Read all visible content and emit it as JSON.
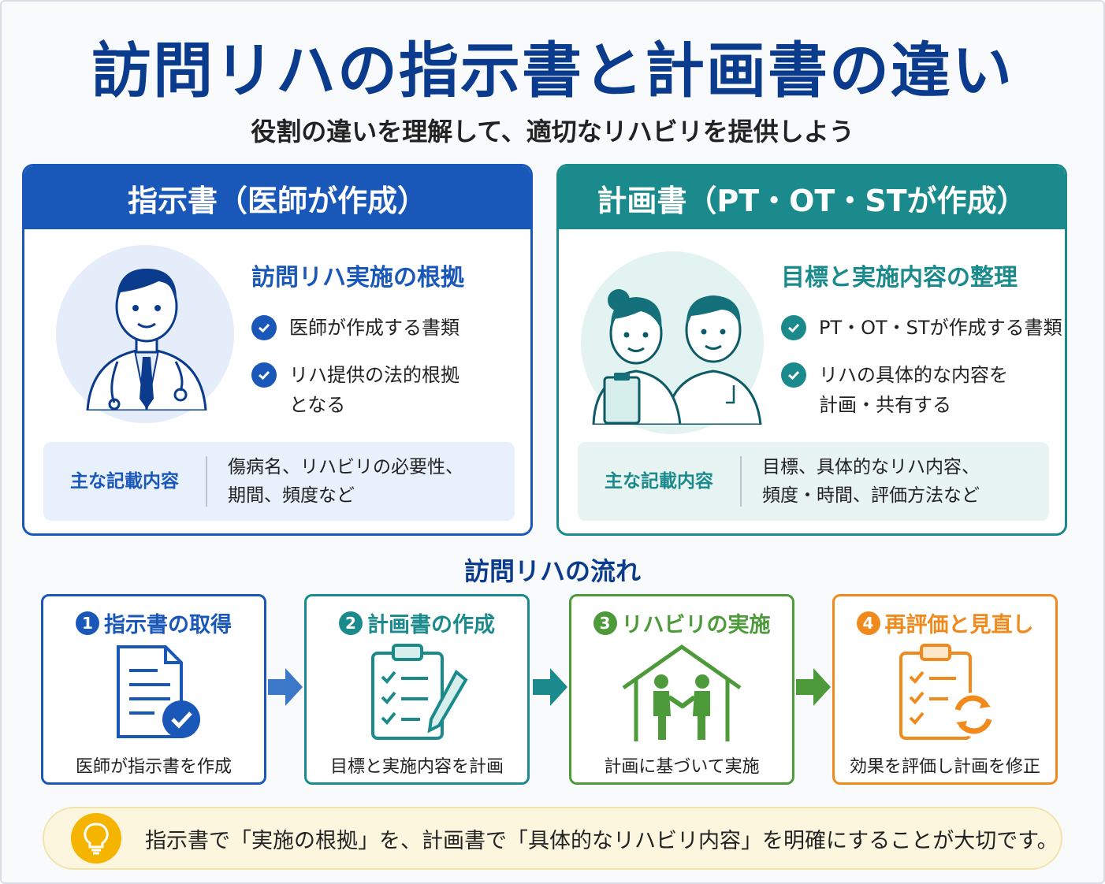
{
  "title": "訪問リハの指示書と計画書の違い",
  "subtitle": "役割の違いを理解して、適切なリハビリを提供しよう",
  "colors": {
    "navy": "#0b3b8c",
    "blue": "#1957b8",
    "teal": "#1a8a8c",
    "green": "#4d9a3a",
    "orange": "#f08a1c",
    "yellow": "#f5b400"
  },
  "left_panel": {
    "header": "指示書（医師が作成）",
    "icon": "doctor-icon",
    "subtitle": "訪問リハ実施の根拠",
    "checks": [
      "医師が作成する書類",
      "リハ提供の法的根拠",
      "となる"
    ],
    "main_label": "主な記載内容",
    "main_lines": [
      "傷病名、リハビリの必要性、",
      "期間、頻度など"
    ]
  },
  "right_panel": {
    "header": "計画書（PT・OT・STが作成）",
    "icon": "therapists-icon",
    "subtitle": "目標と実施内容の整理",
    "checks": [
      "PT・OT・STが作成する書類",
      "リハの具体的な内容を",
      "計画・共有する"
    ],
    "main_label": "主な記載内容",
    "main_lines": [
      "目標、具体的なリハ内容、",
      "頻度・時間、評価方法など"
    ]
  },
  "flow": {
    "title": "訪問リハの流れ",
    "steps": [
      {
        "num": "1",
        "title": "指示書の取得",
        "caption": "医師が指示書を作成",
        "icon": "document-check-icon"
      },
      {
        "num": "2",
        "title": "計画書の作成",
        "caption": "目標と実施内容を計画",
        "icon": "clipboard-pen-icon"
      },
      {
        "num": "3",
        "title": "リハビリの実施",
        "caption": "計画に基づいて実施",
        "icon": "house-people-icon"
      },
      {
        "num": "4",
        "title": "再評価と見直し",
        "caption": "効果を評価し計画を修正",
        "icon": "clipboard-refresh-icon"
      }
    ]
  },
  "tip": {
    "icon": "lightbulb-icon",
    "text": "指示書で「実施の根拠」を、計画書で「具体的なリハビリ内容」を明確にすることが大切です。"
  }
}
